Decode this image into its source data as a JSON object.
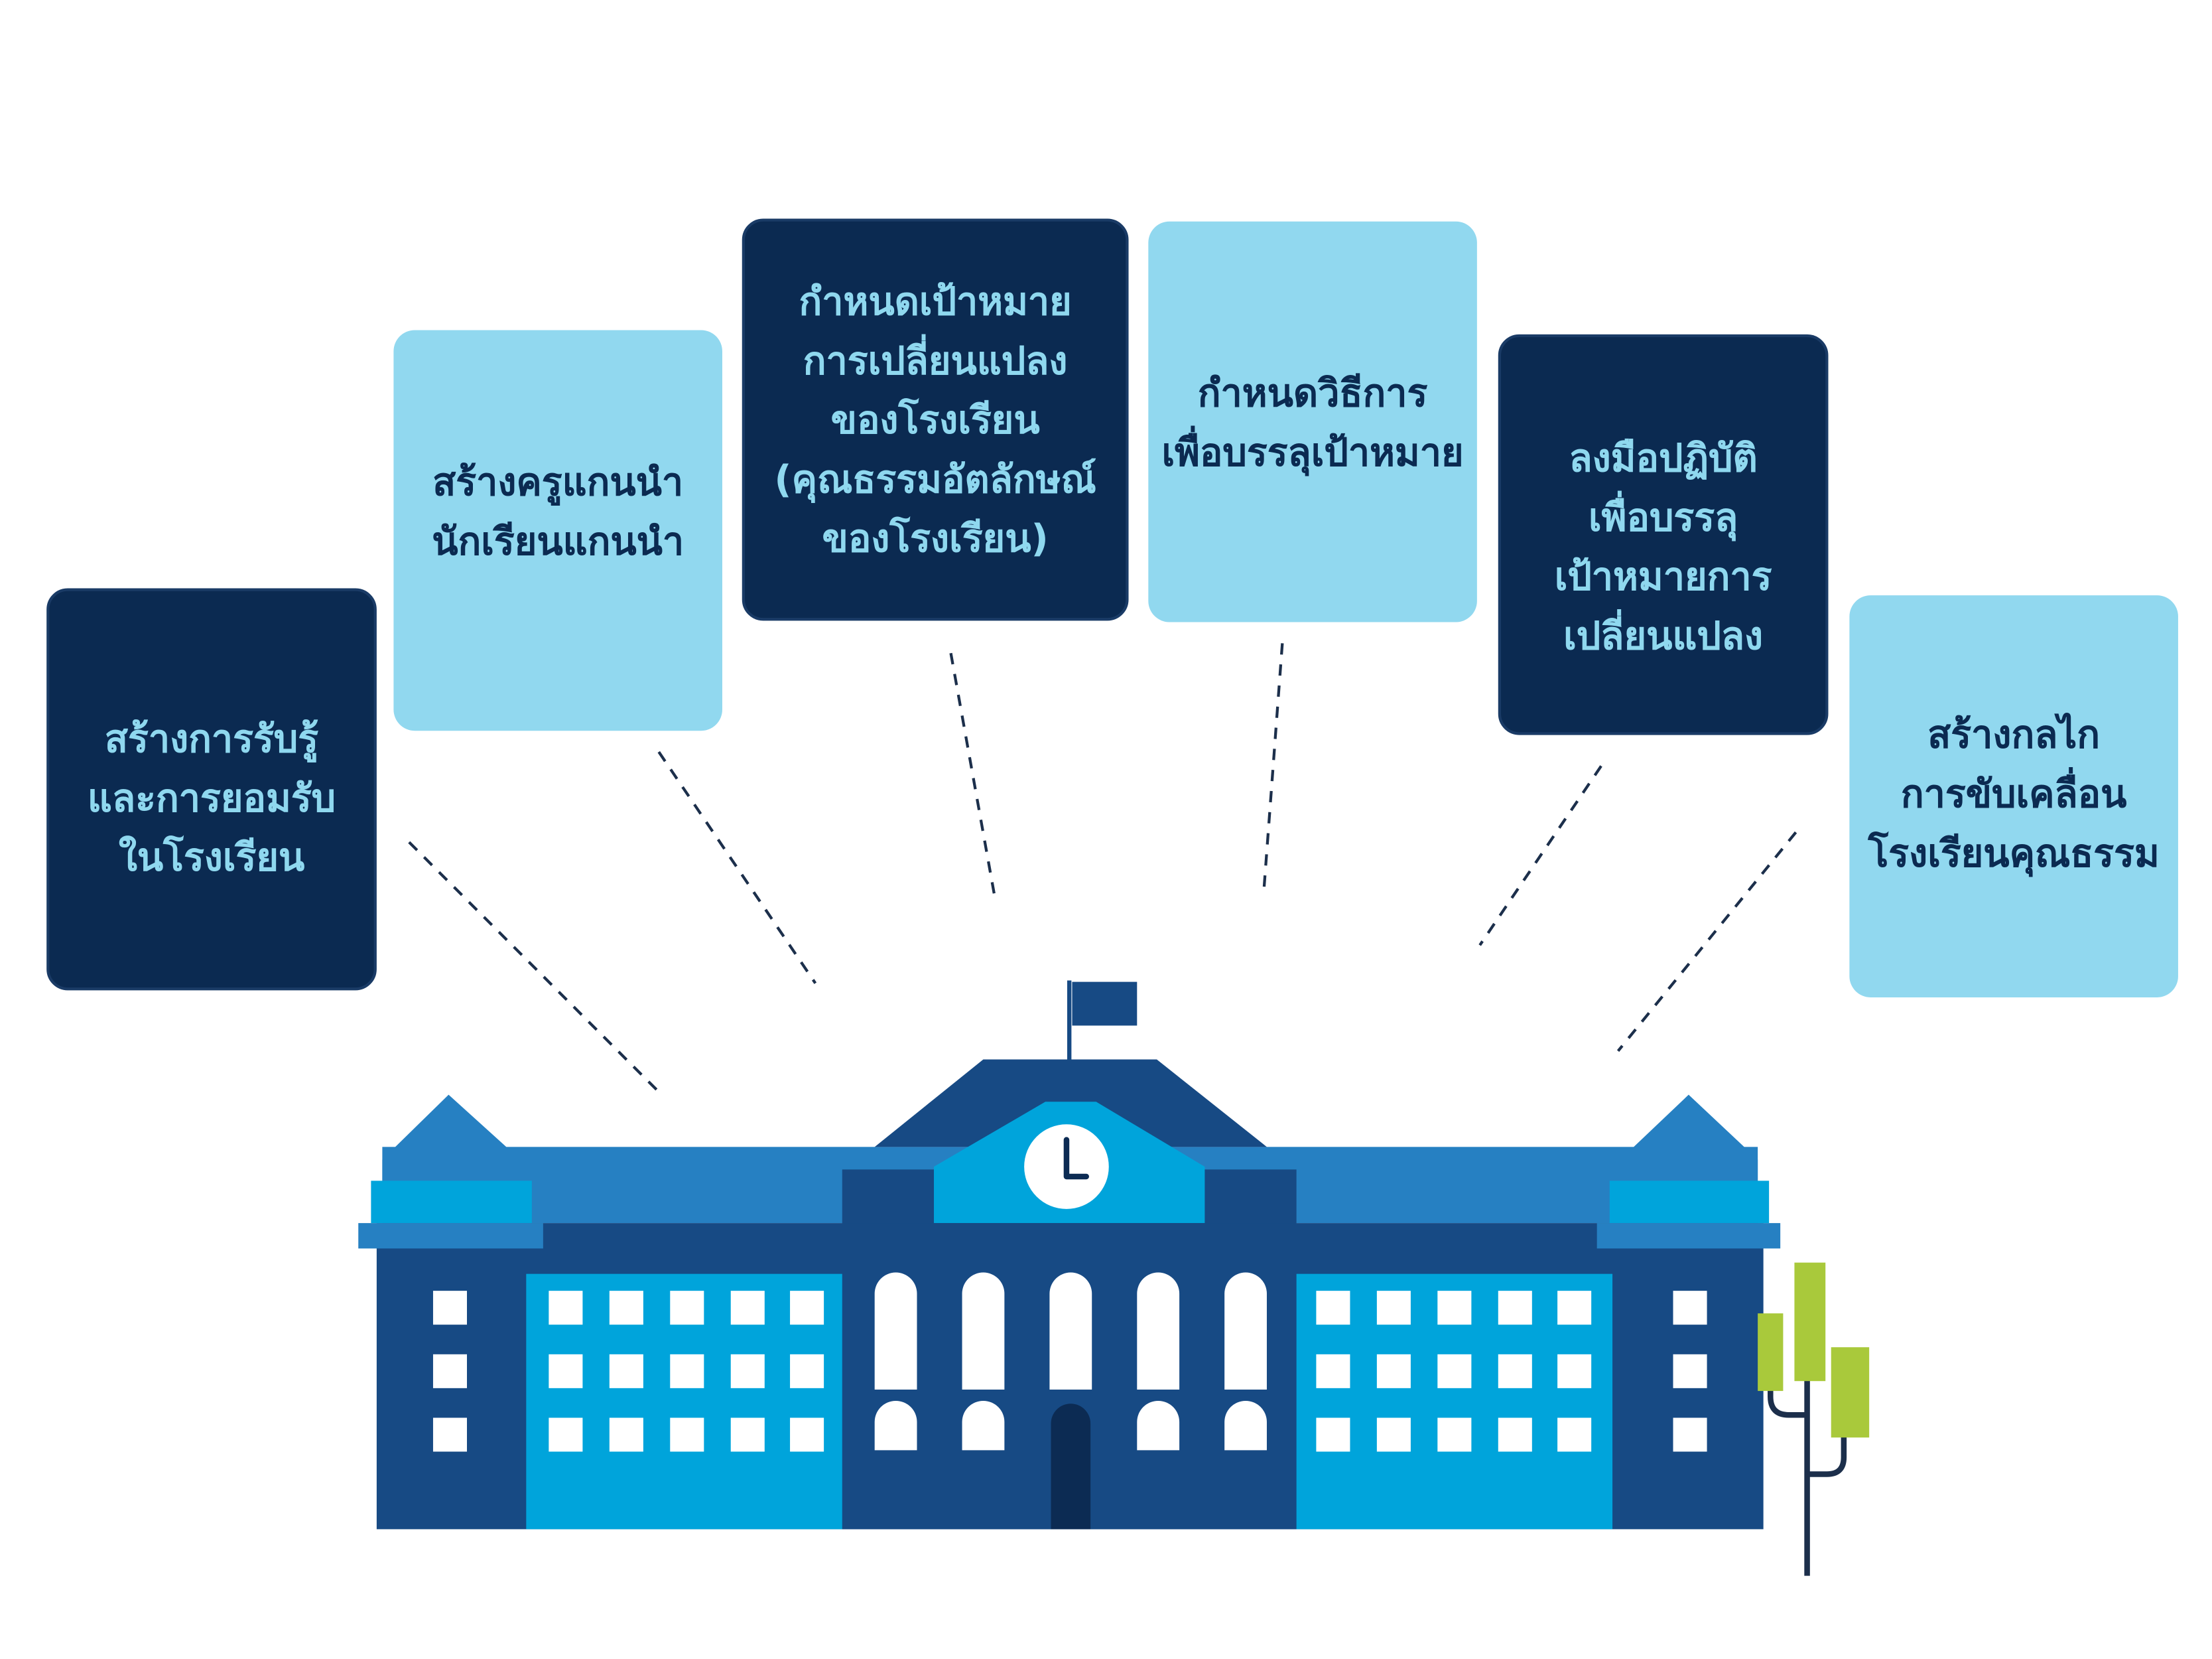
{
  "steps": [
    {
      "lines": [
        "สร้างการรับรู้",
        "และการยอมรับ",
        "ในโรงเรียน"
      ],
      "box_color": "#0b2a51",
      "text_color": "#8fd8ef"
    },
    {
      "lines": [
        "สร้างครูแกนนำ",
        "นักเรียนแกนนำ"
      ],
      "box_color": "#91d8ef",
      "text_color": "#0b2a51"
    },
    {
      "lines": [
        "กำหนดเป้าหมาย",
        "การเปลี่ยนแปลง",
        "ของโรงเรียน",
        "(คุณธรรมอัตลักษณ์",
        "ของโรงเรียน)"
      ],
      "box_color": "#0b2a51",
      "text_color": "#8fd8ef"
    },
    {
      "lines": [
        "กำหนดวิธีการ",
        "เพื่อบรรลุเป้าหมาย"
      ],
      "box_color": "#91d8ef",
      "text_color": "#0b2a51"
    },
    {
      "lines": [
        "ลงมือปฏิบัติ",
        "เพื่อบรรลุ",
        "เป้าหมายการ",
        "เปลี่ยนแปลง"
      ],
      "box_color": "#0b2a51",
      "text_color": "#8fd8ef"
    },
    {
      "lines": [
        "สร้างกลไก",
        "การขับเคลื่อน",
        "โรงเรียนคุณธรรม"
      ],
      "box_color": "#91d8ef",
      "text_color": "#0b2a51"
    }
  ],
  "colors": {
    "building_navy": "#174a84",
    "building_mid": "#2680c2",
    "building_cyan": "#00a4db",
    "door": "#0c2b53",
    "window": "#ffffff",
    "tree_leaf": "#a9c93b",
    "connector": "#1c2f4b"
  },
  "icons": {
    "building": "school-building-icon",
    "clock": "clock-icon",
    "flag": "flag-icon",
    "tree": "tree-icon"
  }
}
